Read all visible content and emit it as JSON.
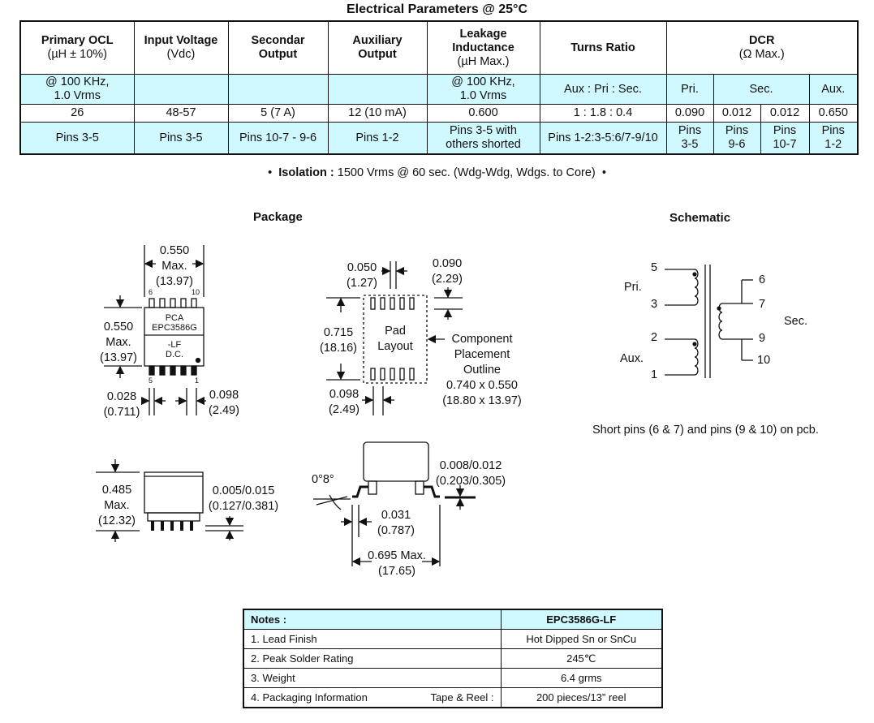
{
  "title": "Electrical Parameters @ 25°C",
  "elec_table": {
    "headers": [
      {
        "line1": "Primary OCL",
        "line2": "(µH ± 10%)"
      },
      {
        "line1": "Input Voltage",
        "line2": "(Vdc)"
      },
      {
        "line1": "Secondar",
        "line2": "Output"
      },
      {
        "line1": "Auxiliary",
        "line2": "Output"
      },
      {
        "line1": "Leakage",
        "line2": "Inductance",
        "line3": "(µH Max.)"
      },
      {
        "line1": "Turns Ratio"
      },
      {
        "line1": "DCR",
        "line2": "(Ω Max.)"
      }
    ],
    "conditions": {
      "ocl_l1": "@ 100 KHz,",
      "ocl_l2": "1.0 Vrms",
      "leak_l1": "@ 100 KHz,",
      "leak_l2": "1.0 Vrms",
      "turns": "Aux : Pri : Sec.",
      "dcr_pri": "Pri.",
      "dcr_sec": "Sec.",
      "dcr_aux": "Aux."
    },
    "values": [
      "26",
      "48-57",
      "5  (7 A)",
      "12 (10 mA)",
      "0.600",
      "1 : 1.8 : 0.4",
      "0.090",
      "0.012",
      "0.012",
      "0.650"
    ],
    "pins": {
      "ocl": "Pins 3-5",
      "input": "Pins 3-5",
      "secondary": "Pins 10-7 - 9-6",
      "auxiliary": "Pins 1-2",
      "leak_l1": "Pins 3-5 with",
      "leak_l2": "others shorted",
      "turns": "Pins 1-2:3-5:6/7-9/10",
      "dcr": [
        {
          "l1": "Pins",
          "l2": "3-5"
        },
        {
          "l1": "Pins",
          "l2": "9-6"
        },
        {
          "l1": "Pins",
          "l2": "10-7"
        },
        {
          "l1": "Pins",
          "l2": "1-2"
        }
      ]
    }
  },
  "isolation": {
    "bullet": "•",
    "label": "Isolation :",
    "text": "1500 Vrms @ 60 sec. (Wdg-Wdg, Wdgs. to Core)"
  },
  "package": {
    "title": "Package",
    "top_width": {
      "in": "0.550",
      "max": "Max.",
      "mm": "(13.97)"
    },
    "top_height": {
      "in": "0.550",
      "max": "Max.",
      "mm": "(13.97)"
    },
    "pin_numbers": {
      "p6": "6",
      "p10": "10",
      "p5": "5",
      "p1": "1"
    },
    "marking": {
      "l1": "PCA",
      "l2": "EPC3586G",
      "l3": "-LF",
      "l4": "D.C."
    },
    "pin_width": {
      "in": "0.028",
      "mm": "(0.711)"
    },
    "pin_pitch": {
      "in": "0.098",
      "mm": "(2.49)"
    },
    "pad_w": {
      "in": "0.050",
      "mm": "(1.27)"
    },
    "pad_h": {
      "in": "0.090",
      "mm": "(2.29)"
    },
    "pad_span": {
      "in": "0.715",
      "mm": "(18.16)"
    },
    "pad_label": {
      "l1": "Pad",
      "l2": "Layout"
    },
    "pad_pitch": {
      "in": "0.098",
      "mm": "(2.49)"
    },
    "outline": {
      "l1": "Component",
      "l2": "Placement",
      "l3": "Outline",
      "in": "0.740 x 0.550",
      "mm": "(18.80 x 13.97)"
    },
    "side_height": {
      "in": "0.485",
      "max": "Max.",
      "mm": "(12.32)"
    },
    "standoff": {
      "in": "0.005/0.015",
      "mm": "(0.127/0.381)"
    },
    "angle": "0°8°",
    "lead_thk": {
      "in": "0.008/0.012",
      "mm": "(0.203/0.305)"
    },
    "foot": {
      "in": "0.031",
      "mm": "(0.787)"
    },
    "overall": {
      "in": "0.695 Max.",
      "mm": "(17.65)"
    }
  },
  "schematic": {
    "title": "Schematic",
    "pri_label": "Pri.",
    "sec_label": "Sec.",
    "aux_label": "Aux.",
    "pins": {
      "p5": "5",
      "p3": "3",
      "p2": "2",
      "p1": "1",
      "p6": "6",
      "p7": "7",
      "p9": "9",
      "p10": "10"
    },
    "note": "Short pins (6 & 7) and pins (9 & 10) on pcb."
  },
  "notes": {
    "header_left": "Notes :",
    "header_right": "EPC3586G-LF",
    "rows": [
      {
        "label": "1.  Lead Finish",
        "extra": "",
        "value": "Hot Dipped Sn or SnCu"
      },
      {
        "label": "2.  Peak Solder Rating",
        "extra": "",
        "value": "245℃"
      },
      {
        "label": "3.  Weight",
        "extra": "",
        "value": "6.4 grms"
      },
      {
        "label": "4.  Packaging Information",
        "extra": "Tape & Reel :",
        "value": "200 pieces/13” reel"
      }
    ]
  }
}
